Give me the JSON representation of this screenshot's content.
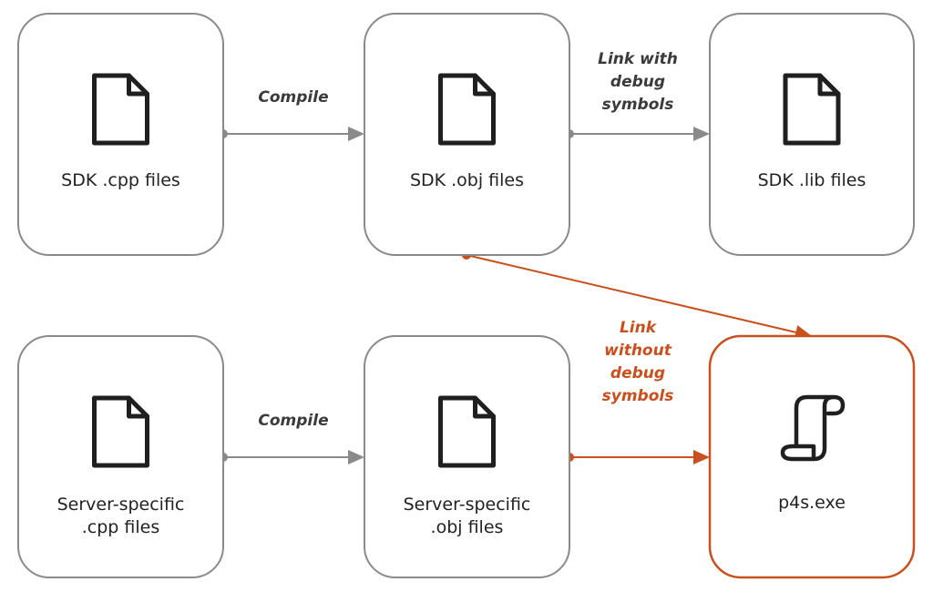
{
  "colors": {
    "neutral": "#8a8a8a",
    "accent": "#c8501e",
    "icon": "#1f1f1f",
    "text": "#222222"
  },
  "nodes": [
    {
      "id": "sdk-cpp",
      "lines": [
        "SDK .cpp files"
      ],
      "icon": "file-icon"
    },
    {
      "id": "sdk-obj",
      "lines": [
        "SDK .obj files"
      ],
      "icon": "file-icon"
    },
    {
      "id": "sdk-lib",
      "lines": [
        "SDK .lib files"
      ],
      "icon": "file-icon"
    },
    {
      "id": "server-cpp",
      "lines": [
        "Server-specific",
        ".cpp files"
      ],
      "icon": "file-icon"
    },
    {
      "id": "server-obj",
      "lines": [
        "Server-specific",
        ".obj files"
      ],
      "icon": "file-icon"
    },
    {
      "id": "p4s-exe",
      "lines": [
        "p4s.exe"
      ],
      "icon": "scroll-icon"
    }
  ],
  "edges": [
    {
      "id": "compile-sdk",
      "from": "sdk-cpp",
      "to": "sdk-obj",
      "lines": [
        "Compile"
      ],
      "accent": false
    },
    {
      "id": "link-debug",
      "from": "sdk-obj",
      "to": "sdk-lib",
      "lines": [
        "Link with",
        "debug",
        "symbols"
      ],
      "accent": false
    },
    {
      "id": "compile-server",
      "from": "server-cpp",
      "to": "server-obj",
      "lines": [
        "Compile"
      ],
      "accent": false
    },
    {
      "id": "sdk-obj-to-exe",
      "from": "sdk-obj",
      "to": "p4s-exe",
      "lines": [],
      "accent": true
    },
    {
      "id": "link-nodebug",
      "from": "server-obj",
      "to": "p4s-exe",
      "lines": [
        "Link",
        "without",
        "debug",
        "symbols"
      ],
      "accent": true
    }
  ]
}
